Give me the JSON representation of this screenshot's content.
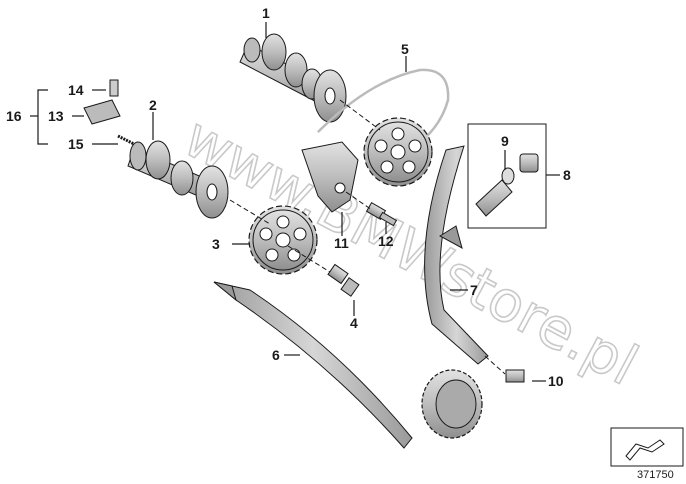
{
  "parts": [
    {
      "id": "1",
      "label": "1"
    },
    {
      "id": "2",
      "label": "2"
    },
    {
      "id": "3",
      "label": "3"
    },
    {
      "id": "4",
      "label": "4"
    },
    {
      "id": "5",
      "label": "5"
    },
    {
      "id": "6",
      "label": "6"
    },
    {
      "id": "7",
      "label": "7"
    },
    {
      "id": "8",
      "label": "8"
    },
    {
      "id": "9",
      "label": "9"
    },
    {
      "id": "10",
      "label": "10"
    },
    {
      "id": "11",
      "label": "11"
    },
    {
      "id": "12",
      "label": "12"
    },
    {
      "id": "13",
      "label": "13"
    },
    {
      "id": "14",
      "label": "14"
    },
    {
      "id": "15",
      "label": "15"
    },
    {
      "id": "16",
      "label": "16"
    }
  ],
  "watermark": "www.BMWstore.pl",
  "diagram_number": "371750",
  "colors": {
    "part_fill": "#c8c8c8",
    "part_dark": "#8a8a8a",
    "outline": "#1a1a1a",
    "watermark": "#c9c9c9"
  }
}
